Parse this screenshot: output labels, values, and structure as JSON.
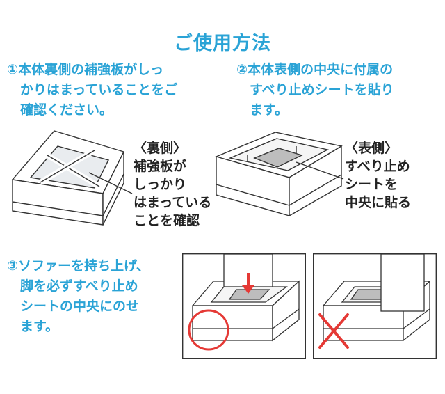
{
  "title": "ご使用方法",
  "step1": {
    "lines": [
      "①本体裏側の補強板がしっ",
      "　かりはまっていることをご",
      "　確認ください。"
    ]
  },
  "step2": {
    "lines": [
      "②本体表側の中央に付属の",
      "　すべり止めシートを貼り",
      "　ます。"
    ]
  },
  "step3": {
    "lines": [
      "③ソファーを持ち上げ、",
      "　脚を必ずすべり止め",
      "　シートの中央にのせ",
      "　ます。"
    ]
  },
  "back_label": {
    "lines": [
      "〈裏側〉",
      "補強板が",
      "しっかり",
      "はまっている",
      "ことを確認"
    ]
  },
  "front_label": {
    "lines": [
      "〈表側〉",
      "すべり止め",
      "シートを",
      "中央に貼る"
    ]
  },
  "colors": {
    "accent": "#2aa3d6",
    "correct": "#e53935",
    "wrong": "#e53935",
    "line": "#333333"
  },
  "icons": {
    "correct_mark": "circle-icon",
    "wrong_mark": "cross-icon",
    "arrow": "arrow-down-icon"
  }
}
